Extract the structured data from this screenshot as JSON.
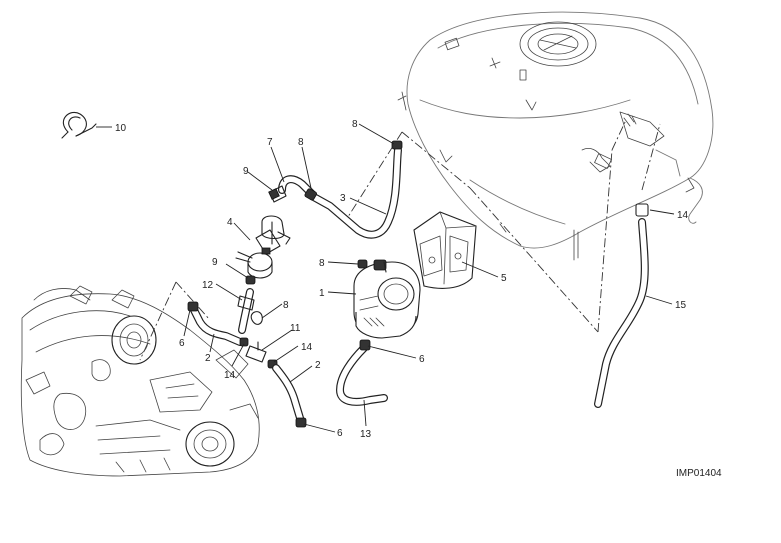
{
  "callouts": {
    "c1": "1",
    "c2a": "2",
    "c2b": "2",
    "c3": "3",
    "c4": "4",
    "c5": "5",
    "c6a": "6",
    "c6b": "6",
    "c6c": "6",
    "c7": "7",
    "c8a": "8",
    "c8b": "8",
    "c8c": "8",
    "c9a": "9",
    "c9b": "9",
    "c10": "10",
    "c11": "11",
    "c12": "12",
    "c13": "13",
    "c14a": "14",
    "c14b": "14",
    "c14c": "14",
    "c15": "15"
  },
  "reference_code": "IMP01404"
}
